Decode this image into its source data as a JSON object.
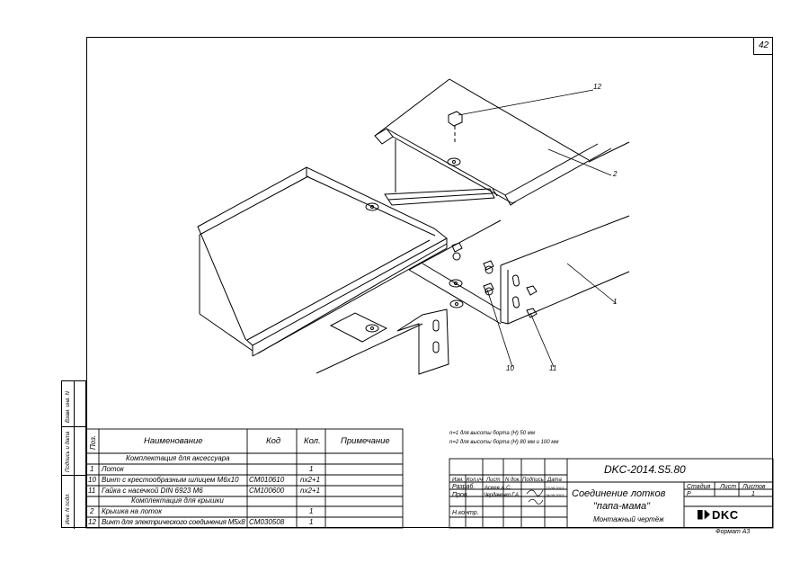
{
  "sheet_number": "42",
  "callouts": [
    "12",
    "2",
    "1",
    "10",
    "11"
  ],
  "notes": [
    "n=1 для высоты борта (H) 50 мм",
    "n=2 для высоты борта (H) 80 мм и 100 мм"
  ],
  "side_labels": [
    "Инв. N подл.",
    "Подпись и дата",
    "Взам. инв. N"
  ],
  "spec_table": {
    "headers": {
      "pos": "Поз.",
      "name": "Наименование",
      "code": "Код",
      "qty": "Кол.",
      "note": "Примечание"
    },
    "rows": [
      {
        "pos": "",
        "name": "Комплектация для аксессуара",
        "code": "",
        "qty": "",
        "section": true
      },
      {
        "pos": "1",
        "name": "Лоток",
        "code": "",
        "qty": "1"
      },
      {
        "pos": "10",
        "name": "Винт с крестообразным шлицем М6х10",
        "code": "CM010610",
        "qty": "nx2+1"
      },
      {
        "pos": "11",
        "name": "Гайка с насечкой DIN 6923 M6",
        "code": "CM100600",
        "qty": "nx2+1"
      },
      {
        "pos": "",
        "name": "Комплектация для крышки",
        "code": "",
        "qty": "",
        "section": true
      },
      {
        "pos": "2",
        "name": "Крышка на лоток",
        "code": "",
        "qty": "1"
      },
      {
        "pos": "12",
        "name": "Винт для электрического соединения М5х8",
        "code": "CM030508",
        "qty": "1"
      }
    ]
  },
  "title_block": {
    "doc_code": "DKC-2014.S5.80",
    "col_headers": [
      "Изм.",
      "Кол.уч",
      "Лист",
      "N док.",
      "Подпись",
      "Дата"
    ],
    "roles": [
      "Разраб.",
      "Пров.",
      "Н.контр."
    ],
    "people": [
      "Асеев А.С.",
      "Чердаченко Г.А."
    ],
    "dates": [
      "23.09.2013",
      "24.09.2013"
    ],
    "title_line1": "Соединение лотков",
    "title_line2": "\"папа-мама\"",
    "subtitle": "Монтажный чертёж",
    "stage_label": "Стадия",
    "sheet_label": "Лист",
    "sheets_label": "Листов",
    "stage_value": "Р",
    "sheets_value": "1",
    "logo_text": "DKC",
    "format": "Формат А3"
  }
}
